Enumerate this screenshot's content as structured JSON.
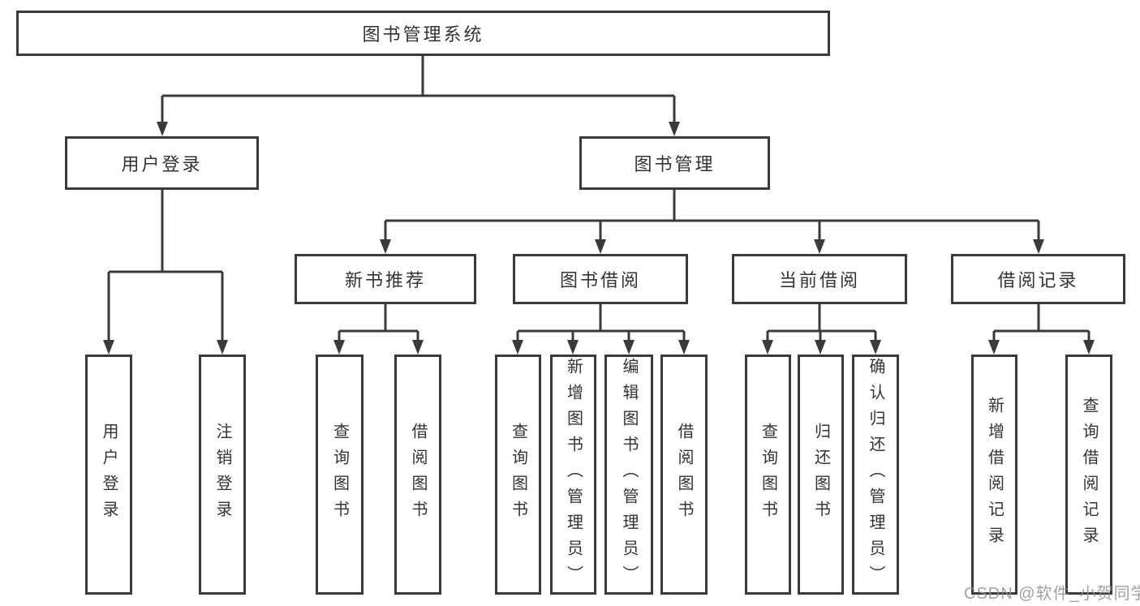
{
  "root": {
    "label": "图书管理系统"
  },
  "branch_user": {
    "label": "用户登录",
    "children": [
      "用户登录",
      "注销登录"
    ]
  },
  "branch_book": {
    "label": "图书管理",
    "groups": [
      {
        "label": "新书推荐",
        "children": [
          "查询图书",
          "借阅图书"
        ]
      },
      {
        "label": "图书借阅",
        "children": [
          "查询图书",
          "新增图书（管理员）",
          "编辑图书（管理员）",
          "借阅图书"
        ]
      },
      {
        "label": "当前借阅",
        "children": [
          "查询图书",
          "归还图书",
          "确认归还（管理员）"
        ]
      },
      {
        "label": "借阅记录",
        "children": [
          "新增借阅记录",
          "查询借阅记录"
        ]
      }
    ]
  },
  "watermark": "CSDN @软件_小贺同学",
  "colors": {
    "line": "#3a3a3a",
    "text": "#333333",
    "background": "#ffffff",
    "watermark": "#919191"
  }
}
